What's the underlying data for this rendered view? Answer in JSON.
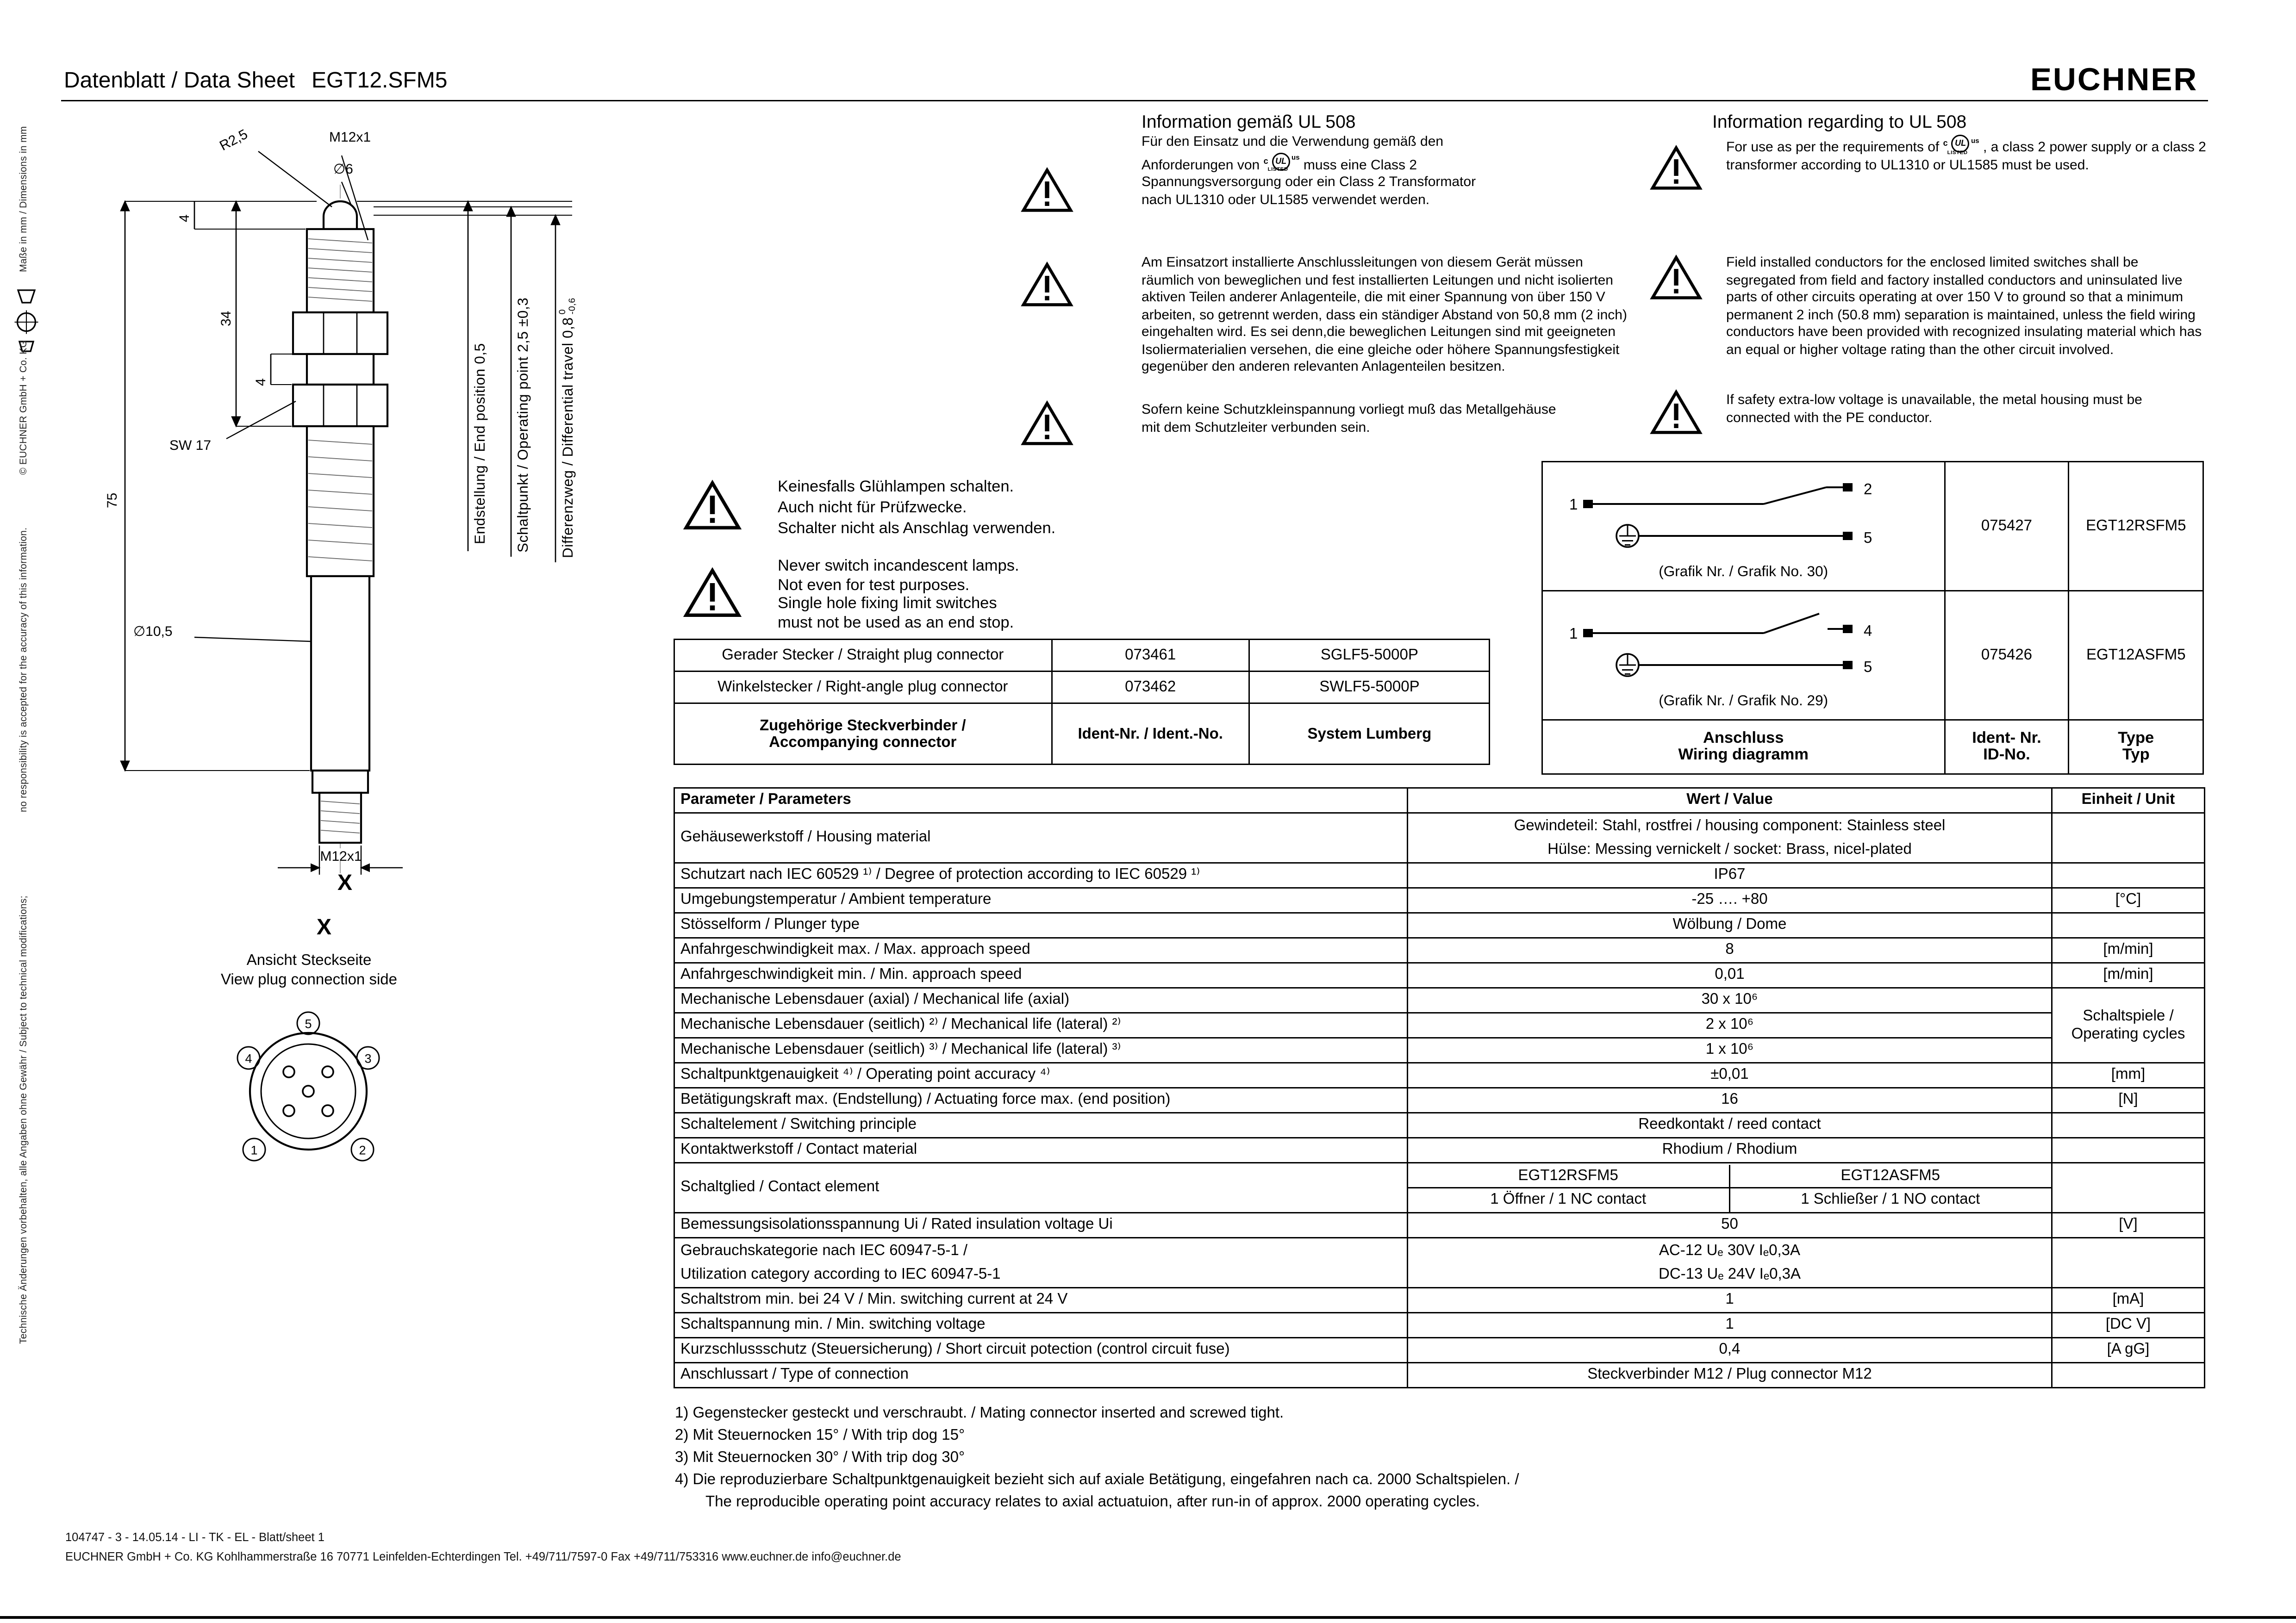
{
  "header": {
    "title": "Datenblatt / Data Sheet",
    "part": "EGT12.SFM5",
    "logo": "EUCHNER"
  },
  "sidebar": {
    "dimensions_note": "Maße in mm / Dimensions in mm",
    "copyright": "© EUCHNER GmbH + Co. KG",
    "accuracy_note": "no responsibility is accepted for the accuracy of this information.",
    "modifications_note": "Technische Änderungen vorbehalten, alle Angaben ohne Gewähr /  Subject to technical modifications;"
  },
  "drawing": {
    "radius": "R2,5",
    "thread_top": "M12x1",
    "dome_dia": "∅6",
    "dim4_top": "4",
    "dim34": "34",
    "dim4_mid": "4",
    "sw17": "SW 17",
    "dim75": "75",
    "dia105": "∅10,5",
    "thread_bottom": "M12x1",
    "section_x": "X",
    "end_position": "Endstellung / End position  0,5",
    "operating_point": "Schaltpunkt / Operating point  2,5 ±0,3",
    "diff_travel": "Differenzweg / Differential travel  0,8",
    "diff_tol_top": "0",
    "diff_tol_bottom": "-0,6",
    "plug_view": {
      "marker": "X",
      "title_de": "Ansicht Steckseite",
      "title_en": "View plug connection side",
      "pin1": "1",
      "pin2": "2",
      "pin3": "3",
      "pin4": "4",
      "pin5": "5"
    }
  },
  "ul_icon": {
    "c": "c",
    "ul": "UL",
    "us": "us",
    "listed": "LISTED"
  },
  "ul_de": {
    "title": "Information gemäß UL 508",
    "p1_pre": "Für den Einsatz und die Verwendung gemäß den Anforderungen von",
    "p1_post": "muss eine Class 2 Spannungsversorgung oder ein Class 2 Transformator nach UL1310 oder UL1585 verwendet werden.",
    "p2": "Am Einsatzort installierte Anschlussleitungen von diesem Gerät müssen räumlich von beweglichen und fest installierten Leitungen und nicht isolierten aktiven Teilen anderer Anlagenteile, die mit einer  Spannung von über 150 V arbeiten, so getrennt werden, dass ein ständiger Abstand von 50,8 mm (2 inch) eingehalten wird. Es sei denn,die beweglichen Leitungen sind mit geeigneten Isoliermaterialien versehen, die eine gleiche oder höhere Spannungsfestigkeit gegenüber den anderen relevanten Anlagenteilen besitzen.",
    "p3": "Sofern keine Schutzkleinspannung vorliegt muß das Metallgehäuse mit dem Schutzleiter verbunden sein."
  },
  "ul_en": {
    "title": "Information regarding to UL 508",
    "p1_pre": "For use as per the requirements of",
    "p1_post": ", a class 2 power supply or a class 2 transformer according to  UL1310 or UL1585 must be used.",
    "p2": "Field installed conductors for the enclosed limited switches shall be segregated from field and factory installed conductors and uninsulated live parts of other circuits operating at over 150 V to ground so that a minimum permanent 2 inch (50.8 mm) separation is maintained, unless the field wiring conductors have been provided with recognized insulating material which has an equal or higher voltage rating than the other circuit involved.",
    "p3": "If safety extra-low voltage is unavailable, the metal housing must be connected with the PE conductor."
  },
  "warning_de": {
    "l1": "Keinesfalls Glühlampen schalten.",
    "l2": "Auch nicht für Prüfzwecke.",
    "l3": "Schalter nicht als Anschlag verwenden."
  },
  "warning_en": {
    "l1": "Never switch incandescent lamps.",
    "l2": "Not even for test purposes.",
    "l3": "Single hole fixing limit switches",
    "l4": "must not be used as an end stop."
  },
  "connector_table": {
    "rows": [
      {
        "label": "Gerader Stecker / Straight plug connector",
        "ident": "073461",
        "type": "SGLF5-5000P"
      },
      {
        "label": "Winkelstecker / Right-angle plug connector",
        "ident": "073462",
        "type": "SWLF5-5000P"
      }
    ],
    "footer_label_1": "Zugehörige Steckverbinder /",
    "footer_label_2": "Accompanying connector",
    "footer_ident": "Ident-Nr. / Ident.-No.",
    "footer_type": "System Lumberg"
  },
  "wiring_table": {
    "rows": [
      {
        "caption": "(Grafik Nr. / Grafik No. 30)",
        "ident": "075427",
        "type": "EGT12RSFM5",
        "pin_a": "1",
        "pin_b": "2",
        "pin_c": "5"
      },
      {
        "caption": "(Grafik Nr. / Grafik No. 29)",
        "ident": "075426",
        "type": "EGT12ASFM5",
        "pin_a": "1",
        "pin_b": "4",
        "pin_c": "5"
      }
    ],
    "footer_col1_l1": "Anschluss",
    "footer_col1_l2": "Wiring diagramm",
    "footer_col2_l1": "Ident- Nr.",
    "footer_col2_l2": "ID-No.",
    "footer_col3_l1": "Type",
    "footer_col3_l2": "Typ"
  },
  "params": {
    "header": {
      "param": "Parameter / Parameters",
      "value": "Wert / Value",
      "unit": "Einheit / Unit"
    },
    "life_unit_l1": "Schaltspiele /",
    "life_unit_l2": "Operating cycles",
    "rows": [
      {
        "param": "Gehäusewerkstoff / Housing material",
        "v1": "Gewindeteil: Stahl, rostfrei / housing component: Stainless steel",
        "v2": "Hülse: Messing vernickelt / socket: Brass, nicel-plated",
        "unit": ""
      },
      {
        "param": "Schutzart nach IEC 60529 ¹⁾ / Degree of protection according to IEC 60529 ¹⁾",
        "value": "IP67",
        "unit": ""
      },
      {
        "param": "Umgebungstemperatur / Ambient temperature",
        "value": "-25 …. +80",
        "unit": "[°C]"
      },
      {
        "param": "Stösselform / Plunger type",
        "value": "Wölbung / Dome",
        "unit": ""
      },
      {
        "param": "Anfahrgeschwindigkeit max. / Max. approach speed",
        "value": "8",
        "unit": "[m/min]"
      },
      {
        "param": "Anfahrgeschwindigkeit min. / Min. approach speed",
        "value": "0,01",
        "unit": "[m/min]"
      },
      {
        "param": "Mechanische Lebensdauer (axial) / Mechanical life (axial)",
        "value": "30 x 10⁶"
      },
      {
        "param": "Mechanische Lebensdauer (seitlich) ²⁾ / Mechanical life (lateral) ²⁾",
        "value": "2 x 10⁶"
      },
      {
        "param": "Mechanische Lebensdauer (seitlich) ³⁾ / Mechanical life (lateral) ³⁾",
        "value": "1 x 10⁶"
      },
      {
        "param": "Schaltpunktgenauigkeit ⁴⁾ / Operating point accuracy ⁴⁾",
        "value": "±0,01",
        "unit": "[mm]"
      },
      {
        "param": "Betätigungskraft max. (Endstellung) / Actuating force max. (end position)",
        "value": "16",
        "unit": "[N]"
      },
      {
        "param": "Schaltelement / Switching principle",
        "value": "Reedkontakt / reed contact",
        "unit": ""
      },
      {
        "param": "Kontaktwerkstoff / Contact material",
        "value": "Rhodium / Rhodium",
        "unit": ""
      },
      {
        "param": "Schaltglied / Contact element",
        "a_title": "EGT12RSFM5",
        "b_title": "EGT12ASFM5",
        "a_val": "1 Öffner / 1 NC contact",
        "b_val": "1 Schließer / 1 NO contact",
        "unit": ""
      },
      {
        "param": "Bemessungsisolationsspannung Ui / Rated insulation voltage Ui",
        "value": "50",
        "unit": "[V]"
      },
      {
        "p1": "Gebrauchskategorie nach IEC 60947-5-1 /",
        "p2": "Utilization category  according to IEC 60947-5-1",
        "v1": "AC-12  Uₑ 30V  Iₑ0,3A",
        "v2": "DC-13  Uₑ 24V  Iₑ0,3A",
        "unit": ""
      },
      {
        "param": "Schaltstrom min. bei 24 V / Min. switching current at 24 V",
        "value": "1",
        "unit": "[mA]"
      },
      {
        "param": "Schaltspannung min. / Min. switching voltage",
        "value": "1",
        "unit": "[DC V]"
      },
      {
        "param": "Kurzschlussschutz (Steuersicherung) / Short circuit potection (control circuit fuse)",
        "value": "0,4",
        "unit": "[A gG]"
      },
      {
        "param": "Anschlussart / Type of connection",
        "value": "Steckverbinder M12 / Plug connector M12",
        "unit": ""
      }
    ]
  },
  "footnotes": {
    "f1": "1)  Gegenstecker gesteckt und verschraubt.  /  Mating connector inserted and screwed tight.",
    "f2": "2)  Mit Steuernocken 15° /  With trip dog 15°",
    "f3": "3)  Mit Steuernocken 30°  /  With trip dog 30°",
    "f4": "4)  Die reproduzierbare Schaltpunktgenauigkeit bezieht sich auf axiale Betätigung, eingefahren nach ca. 2000 Schaltspielen. /",
    "f5": "The reproducible operating point accuracy relates to axial actuatuion, after run-in of approx. 2000 operating cycles."
  },
  "footer": {
    "doc_code": "104747 - 3 - 14.05.14 - LI - TK - EL - Blatt/sheet  1",
    "address": "EUCHNER GmbH + Co. KG   Kohlhammerstraße 16    70771 Leinfelden-Echterdingen        Tel. +49/711/7597-0   Fax +49/711/753316    www.euchner.de   info@euchner.de"
  }
}
